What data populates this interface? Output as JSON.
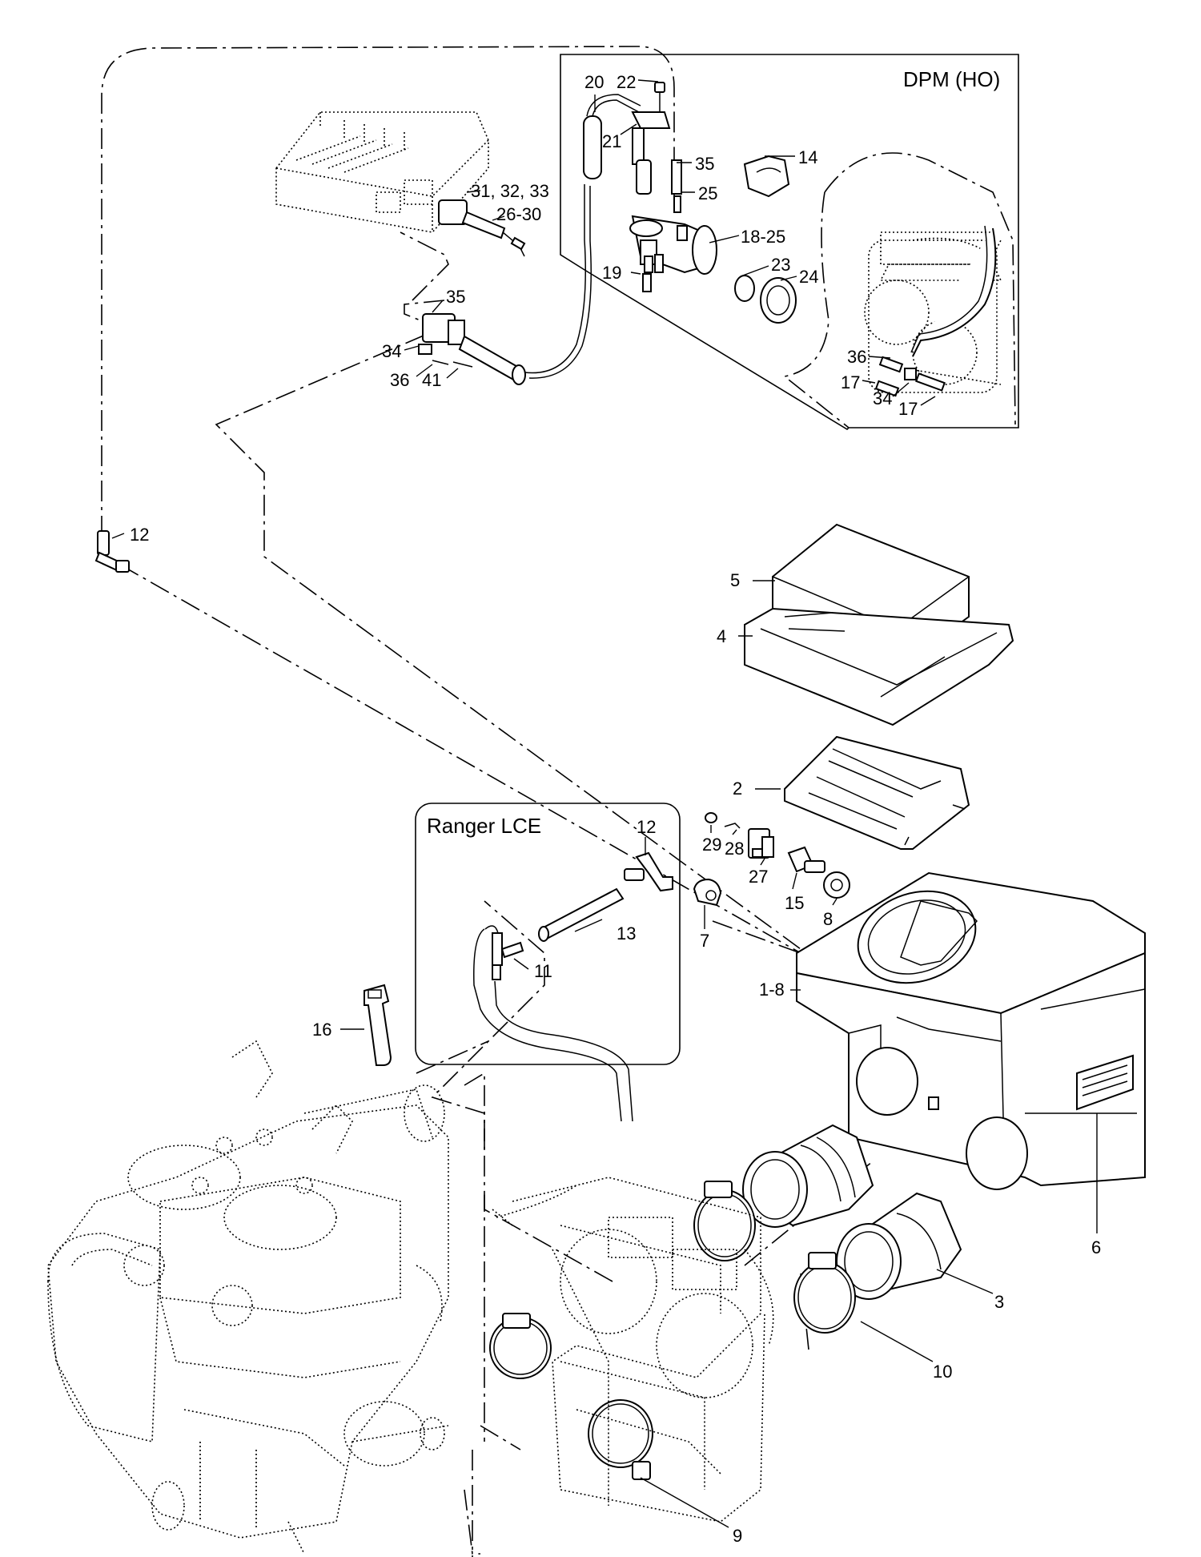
{
  "frames": {
    "dpm_title": "DPM (HO)",
    "ranger_title": "Ranger LCE"
  },
  "callouts": {
    "c20": "20",
    "c22": "22",
    "c21": "21",
    "c35a": "35",
    "c14": "14",
    "c25": "25",
    "c18_25": "18-25",
    "c23": "23",
    "c24": "24",
    "c19": "19",
    "c36a": "36",
    "c17a": "17",
    "c34a": "34",
    "c17b": "17",
    "c31_33": "31, 32, 33",
    "c26_30": "26-30",
    "c35b": "35",
    "c34b": "34",
    "c36b": "36",
    "c41": "41",
    "c12a": "12",
    "c5": "5",
    "c4": "4",
    "c2": "2",
    "c29": "29",
    "c28": "28",
    "c27": "27",
    "c15": "15",
    "c8": "8",
    "c7": "7",
    "c12b": "12",
    "c13": "13",
    "c11": "11",
    "c1_8": "1-8",
    "c16": "16",
    "c6": "6",
    "c3": "3",
    "c10": "10",
    "c9": "9"
  }
}
